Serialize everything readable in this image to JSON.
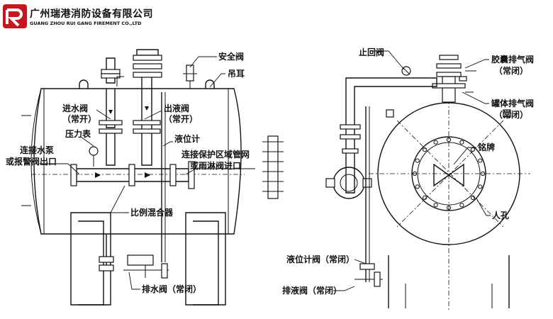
{
  "brand": {
    "name_cn": "广州瑞港消防设备有限公司",
    "name_en": "GUANG ZHOU RUI GANG FIREMENT CO.,LTD",
    "logo_color": "#c8161d"
  },
  "left_labels": {
    "safety_valve": "安全阀",
    "lifting_lug": "吊耳",
    "inlet_valve": "进水阀",
    "inlet_valve_state": "（常开）",
    "outlet_valve": "出液阀",
    "outlet_valve_state": "（常开）",
    "pressure_gauge": "压力表",
    "level_gauge": "液位计",
    "pump_line1": "连接水泵",
    "pump_line2": "或报警阀出口",
    "protect_line1": "连接保护区域管网",
    "protect_line2": "或雨淋阀进口",
    "mixer": "比例混合器",
    "drain_valve": "排水阀（常闭）"
  },
  "right_labels": {
    "check_valve": "止回阀",
    "bladder_vent": "胶囊排气阀",
    "bladder_vent_state": "（常闭）",
    "tank_vent": "罐体排气阀",
    "tank_vent_state": "（常闭）",
    "nameplate": "铭牌",
    "manhole": "人孔",
    "level_valve": "液位计阀（常闭）",
    "drain_liquid": "排液阀（常闭）"
  }
}
